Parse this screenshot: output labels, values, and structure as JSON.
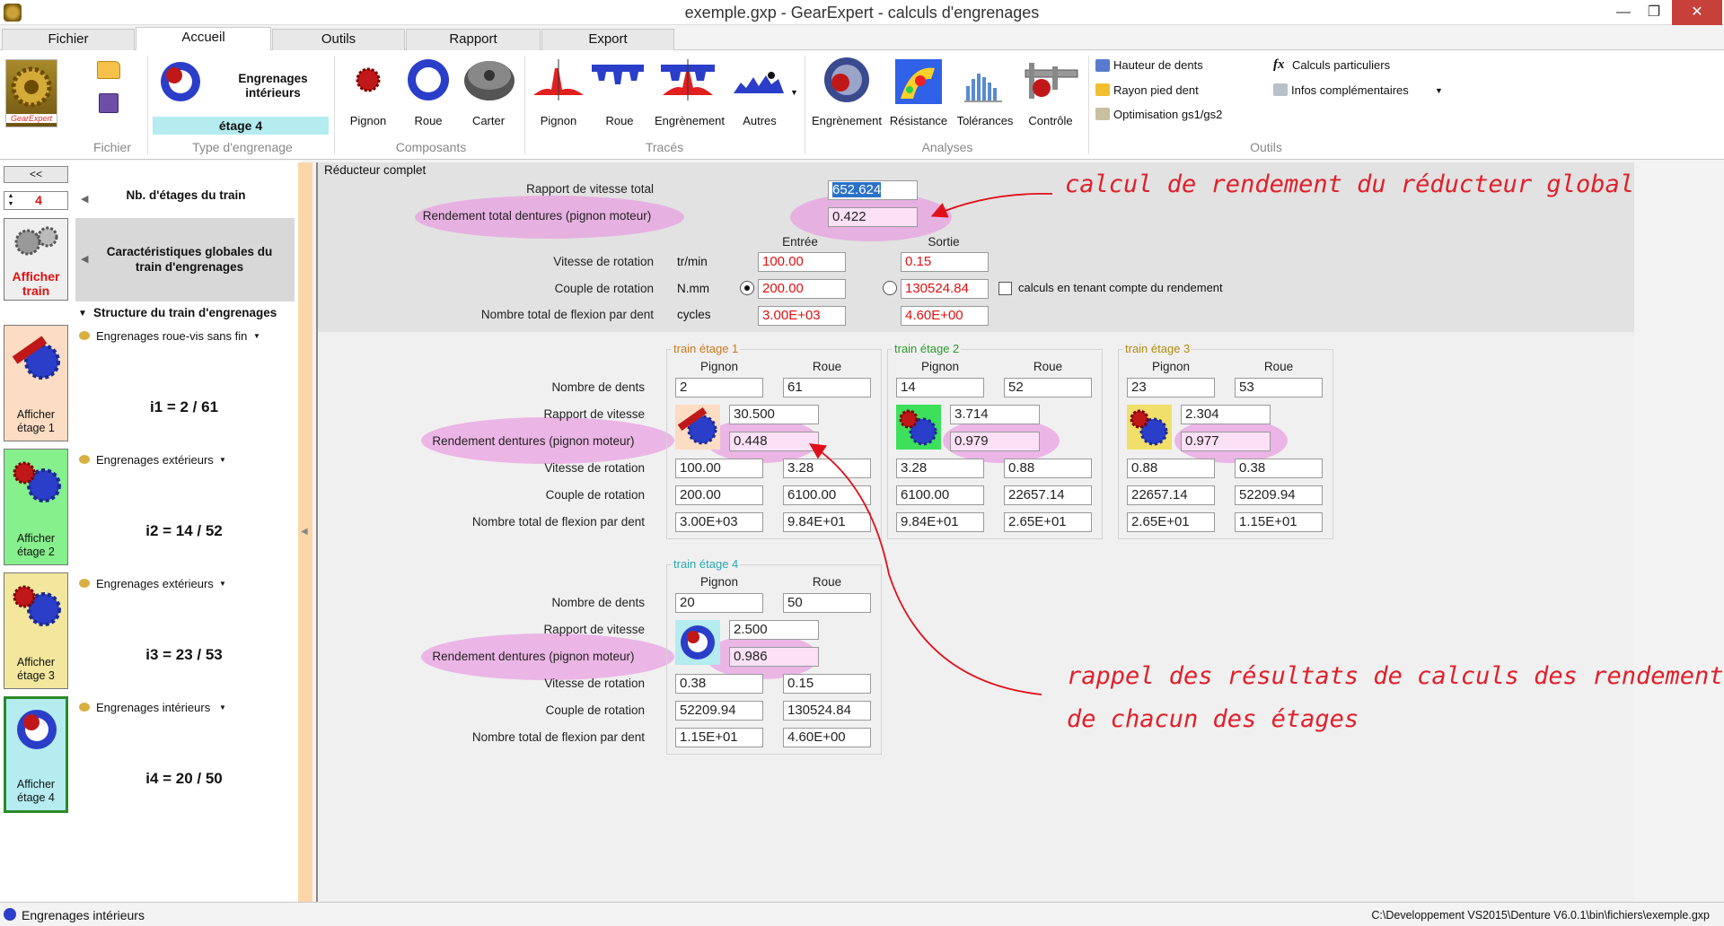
{
  "window": {
    "title": "exemple.gxp - GearExpert - calculs d'engrenages"
  },
  "tabs": [
    "Fichier",
    "Accueil",
    "Outils",
    "Rapport",
    "Export"
  ],
  "ribbon": {
    "fichier_group": "Fichier",
    "type_group": "Type d'engrenage",
    "type_label": "Engrenages intérieurs",
    "stage_selector": "étage 4",
    "composants_group": "Composants",
    "composants": [
      "Pignon",
      "Roue",
      "Carter"
    ],
    "traces_group": "Tracés",
    "traces": [
      "Pignon",
      "Roue",
      "Engrènement",
      "Autres"
    ],
    "analyses_group": "Analyses",
    "analyses": [
      "Engrènement",
      "Résistance",
      "Tolérances",
      "Contrôle"
    ],
    "outils_group": "Outils",
    "outils": [
      "Hauteur de dents",
      "Rayon pied dent",
      "Optimisation gs1/gs2",
      "Calculs particuliers",
      "Infos complémentaires"
    ],
    "logo_text": "GearExpert"
  },
  "left": {
    "collapse": "<<",
    "nb_stages_value": "4",
    "nb_stages_label": "Nb. d'étages du train",
    "show_train": "Afficher train",
    "global_label": "Caractéristiques globales du train d'engrenages",
    "structure_label": "Structure du train d'engrenages",
    "stages": [
      {
        "type": "Engrenages roue-vis sans fin",
        "label": "Afficher étage 1",
        "ratio": "i1 = 2 / 61"
      },
      {
        "type": "Engrenages extérieurs",
        "label": "Afficher étage 2",
        "ratio": "i2 = 14 / 52"
      },
      {
        "type": "Engrenages extérieurs",
        "label": "Afficher étage 3",
        "ratio": "i3 = 23 / 53"
      },
      {
        "type": "Engrenages intérieurs",
        "label": "Afficher étage 4",
        "ratio": "i4 = 20 / 50"
      }
    ]
  },
  "global": {
    "title": "Réducteur complet",
    "ratio_label": "Rapport de vitesse total",
    "ratio_value": "652.624",
    "eff_label": "Rendement total dentures (pignon moteur)",
    "eff_value": "0.422",
    "col_in": "Entrée",
    "col_out": "Sortie",
    "rows": [
      {
        "label": "Vitesse de rotation",
        "unit": "tr/min",
        "in": "100.00",
        "out": "0.15"
      },
      {
        "label": "Couple de rotation",
        "unit": "N.mm",
        "in": "200.00",
        "out": "130524.84"
      },
      {
        "label": "Nombre total de flexion par dent",
        "unit": "cycles",
        "in": "3.00E+03",
        "out": "4.60E+00"
      }
    ],
    "checkbox_label": "calculs en tenant compte du rendement"
  },
  "row_labels": [
    "Nombre de dents",
    "Rapport de vitesse",
    "Rendement dentures (pignon moteur)",
    "Vitesse de rotation",
    "Couple de rotation",
    "Nombre total de flexion par dent"
  ],
  "col_labels": [
    "Pignon",
    "Roue"
  ],
  "stages": [
    {
      "title": "train étage 1",
      "teeth": [
        "2",
        "61"
      ],
      "ratio": "30.500",
      "eff": "0.448",
      "speed": [
        "100.00",
        "3.28"
      ],
      "torque": [
        "200.00",
        "6100.00"
      ],
      "cycles": [
        "3.00E+03",
        "9.84E+01"
      ]
    },
    {
      "title": "train étage 2",
      "teeth": [
        "14",
        "52"
      ],
      "ratio": "3.714",
      "eff": "0.979",
      "speed": [
        "3.28",
        "0.88"
      ],
      "torque": [
        "6100.00",
        "22657.14"
      ],
      "cycles": [
        "9.84E+01",
        "2.65E+01"
      ]
    },
    {
      "title": "train étage 3",
      "teeth": [
        "23",
        "53"
      ],
      "ratio": "2.304",
      "eff": "0.977",
      "speed": [
        "0.88",
        "0.38"
      ],
      "torque": [
        "22657.14",
        "52209.94"
      ],
      "cycles": [
        "2.65E+01",
        "1.15E+01"
      ]
    },
    {
      "title": "train étage 4",
      "teeth": [
        "20",
        "50"
      ],
      "ratio": "2.500",
      "eff": "0.986",
      "speed": [
        "0.38",
        "0.15"
      ],
      "torque": [
        "52209.94",
        "130524.84"
      ],
      "cycles": [
        "1.15E+01",
        "4.60E+00"
      ]
    }
  ],
  "annotations": {
    "a1": "calcul de rendement du réducteur global",
    "a2": "rappel des résultats de calculs des rendements",
    "a3": "de chacun des étages"
  },
  "status": {
    "left": "Engrenages intérieurs",
    "right": "C:\\Developpement VS2015\\Denture V6.0.1\\bin\\fichiers\\exemple.gxp"
  }
}
